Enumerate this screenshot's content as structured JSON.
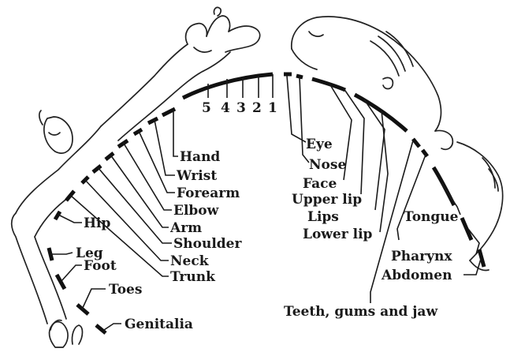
{
  "digits": [
    "5",
    "4",
    "3",
    "2",
    "1"
  ],
  "left_labels": {
    "hand": "Hand",
    "wrist": "Wrist",
    "forearm": "Forearm",
    "elbow": "Elbow",
    "arm": "Arm",
    "shoulder": "Shoulder",
    "neck": "Neck",
    "trunk": "Trunk",
    "hip": "Hip",
    "leg": "Leg",
    "foot": "Foot",
    "toes": "Toes",
    "genitalia": "Genitalia"
  },
  "right_labels": {
    "eye": "Eye",
    "nose": "Nose",
    "face": "Face",
    "upper_lip": "Upper lip",
    "lips": "Lips",
    "lower_lip": "Lower lip",
    "teeth": "Teeth, gums and jaw",
    "tongue": "Tongue",
    "pharynx": "Pharynx",
    "abdomen": "Abdomen"
  }
}
